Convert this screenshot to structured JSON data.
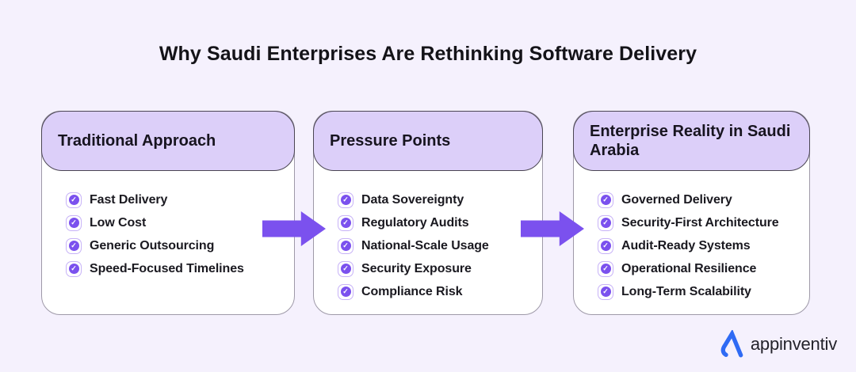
{
  "title": "Why Saudi Enterprises Are Rethinking Software Delivery",
  "cards": [
    {
      "title": "Traditional Approach",
      "items": [
        "Fast Delivery",
        "Low Cost",
        "Generic Outsourcing",
        "Speed-Focused Timelines"
      ]
    },
    {
      "title": "Pressure Points",
      "items": [
        "Data Sovereignty",
        "Regulatory Audits",
        "National-Scale Usage",
        "Security Exposure",
        "Compliance Risk"
      ]
    },
    {
      "title": "Enterprise Reality in Saudi Arabia",
      "items": [
        "Governed Delivery",
        "Security-First Architecture",
        "Audit-Ready Systems",
        "Operational Resilience",
        "Long-Term Scalability"
      ]
    }
  ],
  "icons": {
    "check": "✓",
    "arrow": "right-arrow"
  },
  "logo": {
    "text": "appinventiv"
  },
  "colors": {
    "background": "#f5f1fd",
    "card_header_bg": "#dccff9",
    "card_body_bg": "#ffffff",
    "accent_purple": "#7b51ee",
    "check_ring": "#c7b2f7",
    "logo_blue": "#2f6bf4",
    "text_dark": "#1a1920"
  }
}
